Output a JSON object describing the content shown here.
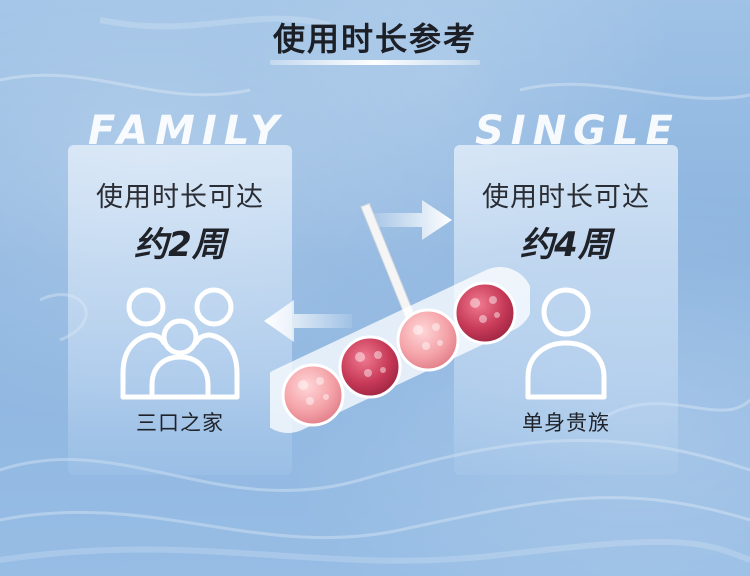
{
  "title": "使用时长参考",
  "left_panel": {
    "label_en": "FAMILY",
    "line1": "使用时长可达",
    "duration": "约2周",
    "caption": "三口之家",
    "icon": "family-icon"
  },
  "right_panel": {
    "label_en": "SINGLE",
    "line1": "使用时长可达",
    "duration": "约4周",
    "caption": "单身贵族",
    "icon": "person-icon"
  },
  "colors": {
    "background": "#8cb4df",
    "title_text": "#1c1f26",
    "bead_light": "#f4a3a8",
    "bead_dark": "#c73a58"
  }
}
